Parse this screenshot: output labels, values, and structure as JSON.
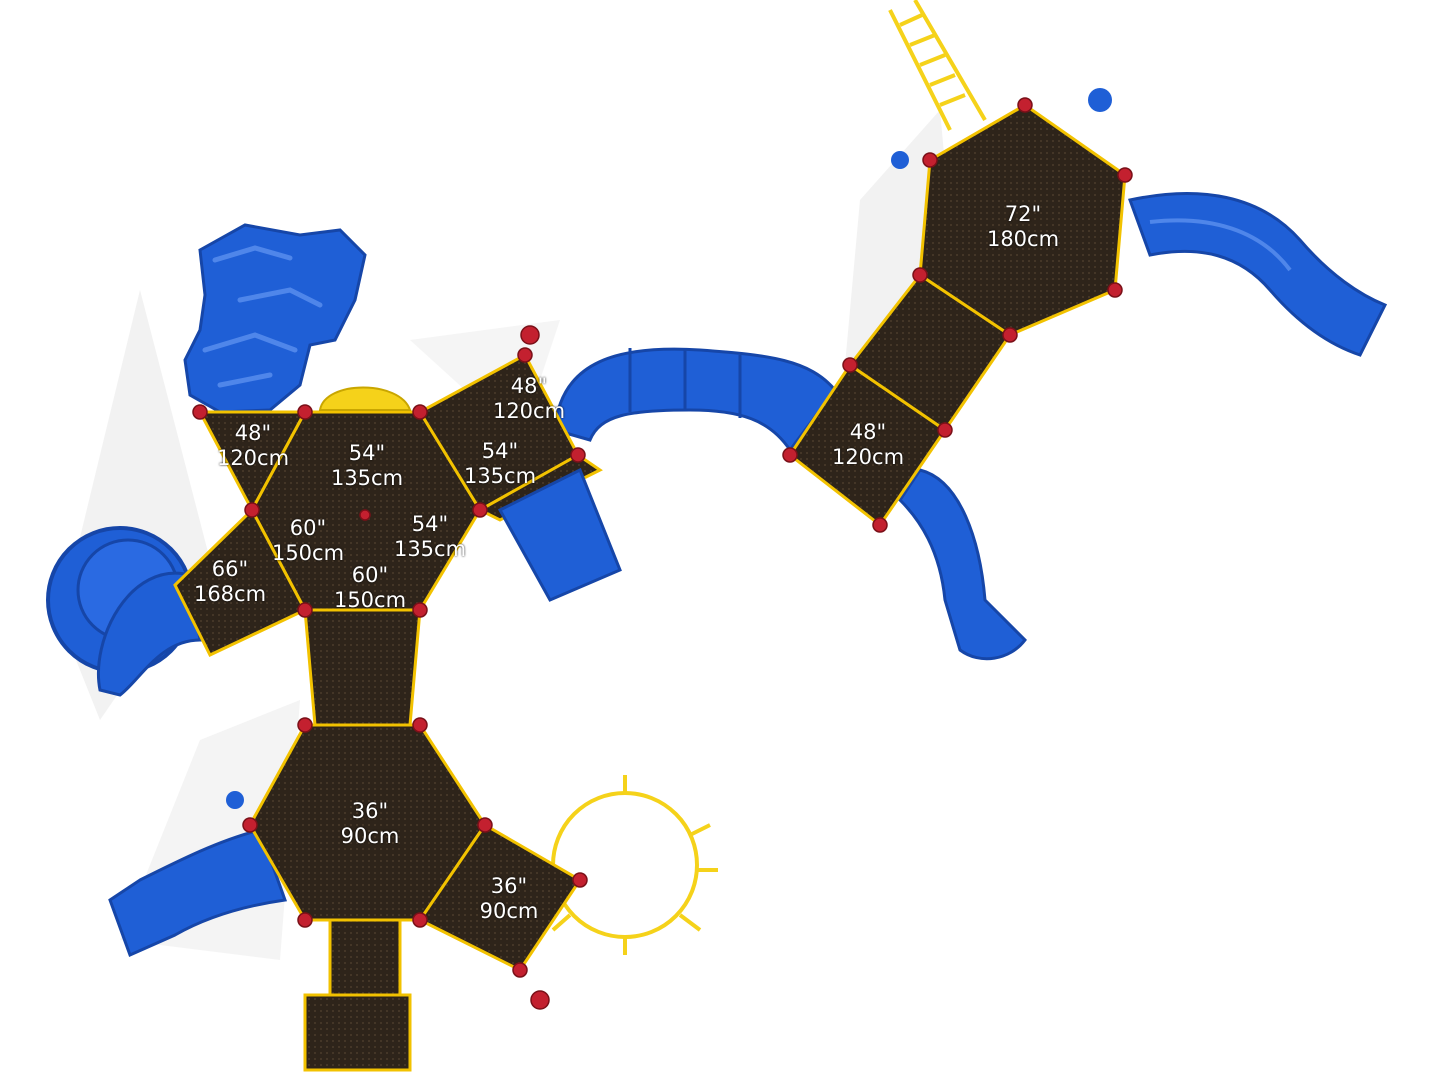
{
  "colors": {
    "deck": "#2e241a",
    "deck_edge": "#f2c200",
    "slide_blue": "#1f5fd6",
    "slide_dark": "#1646a8",
    "post_red": "#c3202f",
    "frame_yellow": "#f5d21a",
    "shadow": "#e6e6e6"
  },
  "icons": {
    "deck_post": "red-post-cap-icon",
    "spiral_slide": "spiral-slide-icon",
    "tube_slide": "tube-slide-icon",
    "rock_climber": "rock-climber-icon",
    "ladder": "ladder-icon"
  },
  "decks": [
    {
      "id": "deck-48-left",
      "inches": "48\"",
      "cm": "120cm"
    },
    {
      "id": "deck-54-top",
      "inches": "54\"",
      "cm": "135cm"
    },
    {
      "id": "deck-48-upper",
      "inches": "48\"",
      "cm": "120cm"
    },
    {
      "id": "deck-54-right",
      "inches": "54\"",
      "cm": "135cm"
    },
    {
      "id": "deck-60-left",
      "inches": "60\"",
      "cm": "150cm"
    },
    {
      "id": "deck-54-mid",
      "inches": "54\"",
      "cm": "135cm"
    },
    {
      "id": "deck-66-slide",
      "inches": "66\"",
      "cm": "168cm"
    },
    {
      "id": "deck-60-lower",
      "inches": "60\"",
      "cm": "150cm"
    },
    {
      "id": "deck-48-bridge",
      "inches": "48\"",
      "cm": "120cm"
    },
    {
      "id": "deck-72-tower",
      "inches": "72\"",
      "cm": "180cm"
    },
    {
      "id": "deck-36-main",
      "inches": "36\"",
      "cm": "90cm"
    },
    {
      "id": "deck-36-side",
      "inches": "36\"",
      "cm": "90cm"
    }
  ]
}
